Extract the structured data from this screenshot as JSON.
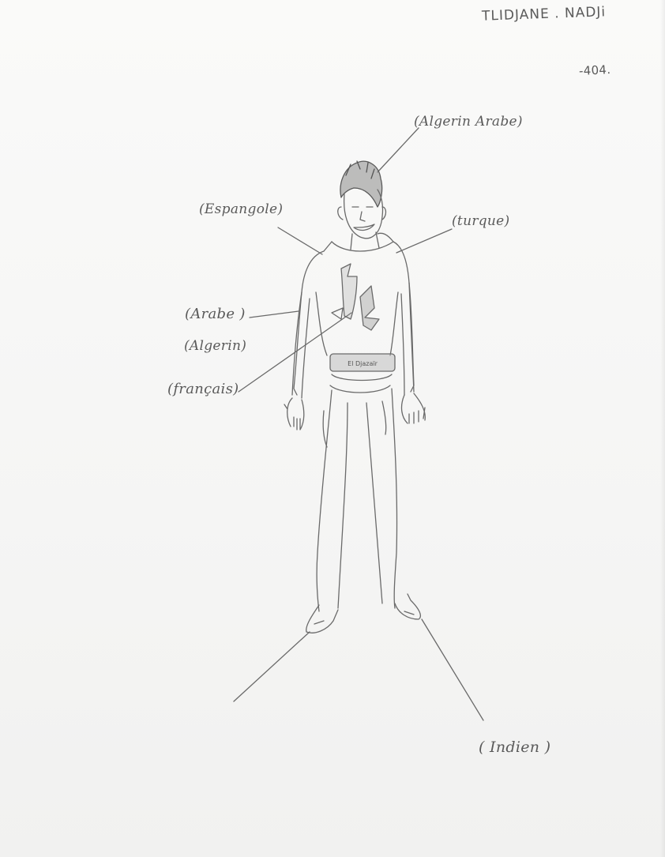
{
  "author": {
    "name": "TLIDJANE . NADJi",
    "group": "-404."
  },
  "labels": {
    "algerien_arabe": "(Algerin Arabe)",
    "espagnole": "(Espangole)",
    "turque": "(turque)",
    "arabe": "(Arabe )",
    "algerien": "(Algerin)",
    "francais": "(français)",
    "indien": "( Indien )"
  },
  "belt_text": "El Djazaïr",
  "colors": {
    "paper": "#f7f7f6",
    "pencil": "#5a5a5a",
    "hair": "#6b6b6b",
    "belt": "#b9b9b9"
  }
}
